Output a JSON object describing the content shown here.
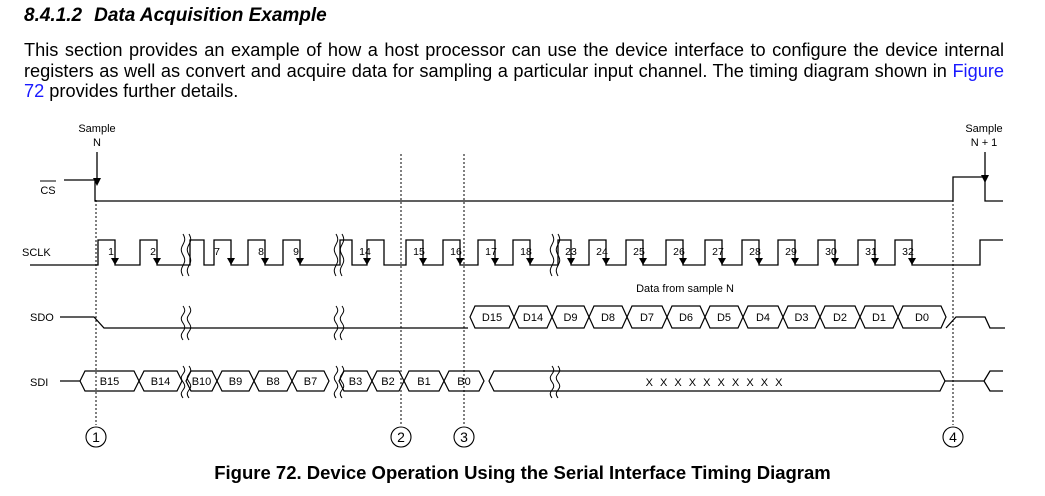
{
  "section": {
    "number": "8.4.1.2",
    "title": "Data Acquisition Example"
  },
  "paragraph": {
    "text_before": "This section provides an example of how a host processor can use the device interface to configure the device internal registers as well as convert and acquire data for sampling a particular input channel. The timing diagram shown in ",
    "link_text": "Figure 72",
    "text_after": " provides further details."
  },
  "diagram": {
    "signals": {
      "cs": "CS",
      "sclk": "SCLK",
      "sdo": "SDO",
      "sdi": "SDI"
    },
    "sample_n": {
      "line1": "Sample",
      "line2": "N"
    },
    "sample_n1": {
      "line1": "Sample",
      "line2": "N + 1"
    },
    "sclk_pulses": [
      "1",
      "2",
      "7",
      "8",
      "9",
      "14",
      "15",
      "16",
      "17",
      "18",
      "23",
      "24",
      "25",
      "26",
      "27",
      "28",
      "29",
      "30",
      "31",
      "32"
    ],
    "sdo_note": "Data from sample N",
    "sdo_bits": [
      "D15",
      "D14",
      "D9",
      "D8",
      "D7",
      "D6",
      "D5",
      "D4",
      "D3",
      "D2",
      "D1",
      "D0"
    ],
    "sdi_bits": [
      "B15",
      "B14",
      "B10",
      "B9",
      "B8",
      "B7",
      "B3",
      "B2",
      "B1",
      "B0"
    ],
    "sdi_dontcare": "X X X X X X X X X X",
    "markers": [
      "1",
      "2",
      "3",
      "4"
    ]
  },
  "caption": "Figure 72. Device Operation Using the Serial Interface Timing Diagram"
}
